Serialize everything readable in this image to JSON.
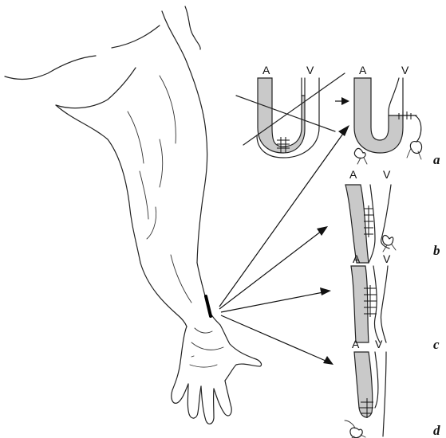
{
  "panels": [
    {
      "label": "a",
      "artery": "A",
      "vein": "V"
    },
    {
      "label": "b",
      "artery": "A",
      "vein": "V"
    },
    {
      "label": "c",
      "artery": "A",
      "vein": "V"
    },
    {
      "label": "d",
      "artery": "A",
      "vein": "V"
    }
  ],
  "colors": {
    "artery_fill": "#c9c9c9",
    "line": "#222222"
  }
}
